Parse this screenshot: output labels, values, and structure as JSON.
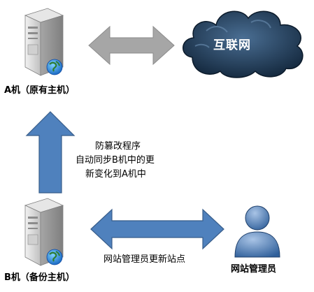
{
  "host_a": {
    "label": "A机（原有主机）"
  },
  "host_b": {
    "label": "B机（备份主机）"
  },
  "internet": {
    "label": "互联网"
  },
  "sync_note": {
    "lines": [
      "防篡改程序",
      "自动同步B机中的更",
      "新变化到A机中"
    ]
  },
  "admin": {
    "label": "网站管理员",
    "action": "网站管理员更新站点"
  },
  "colors": {
    "blue_arrow": "#4f81bd",
    "gray_arrow": "#a6a6a6",
    "cloud": "#1f3b57",
    "server_body": "#d9d9d9"
  },
  "icons": [
    "server-icon",
    "globe-icon",
    "cloud-icon",
    "person-icon"
  ]
}
